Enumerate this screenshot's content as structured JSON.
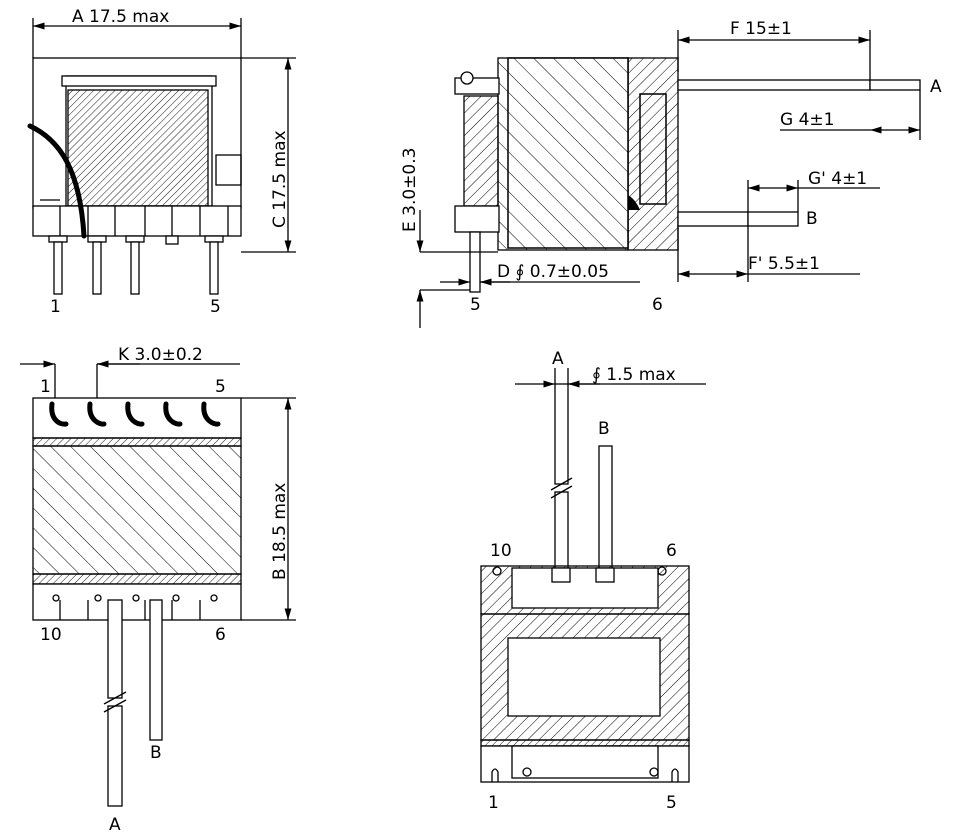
{
  "front_view": {
    "dim_width": "A 17.5 max",
    "dim_height": "C 17.5 max",
    "pin_left": "1",
    "pin_right": "5"
  },
  "side_view": {
    "dim_f": "F 15±1",
    "dim_g": "G 4±1",
    "dim_g_prime": "G' 4±1",
    "dim_f_prime": "F' 5.5±1",
    "dim_e": "E 3.0±0.3",
    "dim_d": "D ∮ 0.7±0.05",
    "lead_a": "A",
    "lead_b": "B",
    "pin_left": "5",
    "pin_right": "6"
  },
  "bottom_view": {
    "dim_k": "K 3.0±0.2",
    "dim_b": "B 18.5 max",
    "pin_tl": "1",
    "pin_tr": "5",
    "pin_bl": "10",
    "pin_br": "6",
    "lead_a": "A",
    "lead_b": "B"
  },
  "end_view": {
    "dim_dia": "∮ 1.5 max",
    "lead_a": "A",
    "lead_b": "B",
    "pin_tl": "10",
    "pin_tr": "6",
    "pin_bl": "1",
    "pin_br": "5"
  }
}
